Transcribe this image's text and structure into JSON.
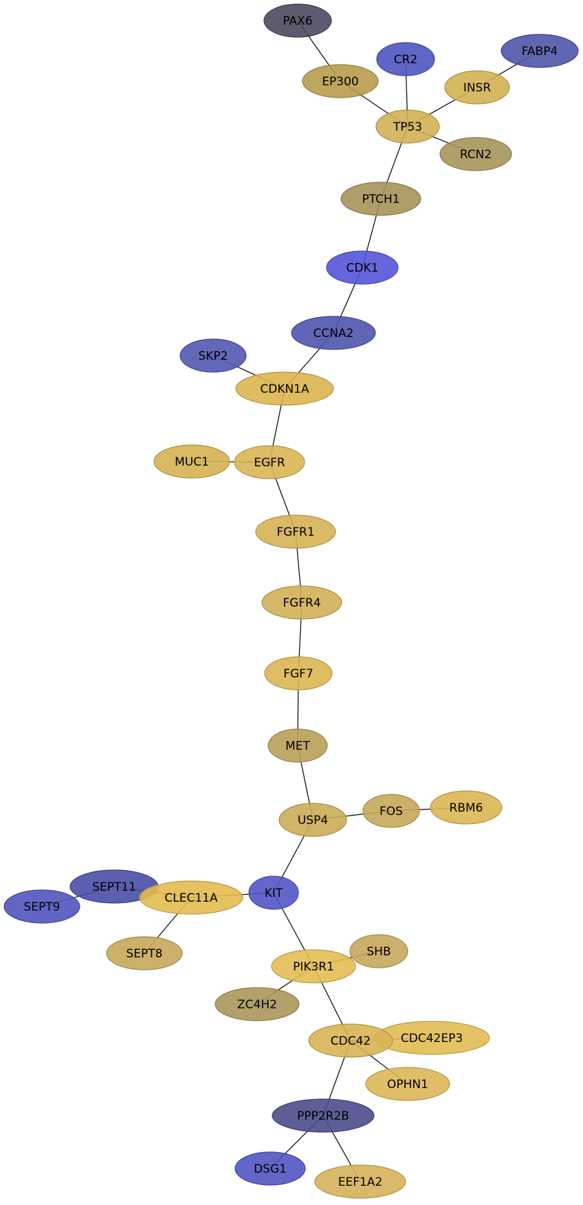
{
  "diagram": {
    "nodes": [
      {
        "id": "PAX6",
        "label": "PAX6",
        "color": "#4a4a5e"
      },
      {
        "id": "EP300",
        "label": "EP300",
        "color": "#b89c4e"
      },
      {
        "id": "CR2",
        "label": "CR2",
        "color": "#4f55c0"
      },
      {
        "id": "FABP4",
        "label": "FABP4",
        "color": "#4f55a8"
      },
      {
        "id": "INSR",
        "label": "INSR",
        "color": "#d4b152"
      },
      {
        "id": "TP53",
        "label": "TP53",
        "color": "#d1b055"
      },
      {
        "id": "RCN2",
        "label": "RCN2",
        "color": "#a8955a"
      },
      {
        "id": "PTCH1",
        "label": "PTCH1",
        "color": "#a6935a"
      },
      {
        "id": "CDK1",
        "label": "CDK1",
        "color": "#5555d8"
      },
      {
        "id": "CCNA2",
        "label": "CCNA2",
        "color": "#4f55ae"
      },
      {
        "id": "SKP2",
        "label": "SKP2",
        "color": "#5358b0"
      },
      {
        "id": "CDKN1A",
        "label": "CDKN1A",
        "color": "#dcb54e"
      },
      {
        "id": "MUC1",
        "label": "MUC1",
        "color": "#d6b152"
      },
      {
        "id": "EGFR",
        "label": "EGFR",
        "color": "#dab454"
      },
      {
        "id": "FGFR1",
        "label": "FGFR1",
        "color": "#d7b354"
      },
      {
        "id": "FGFR4",
        "label": "FGFR4",
        "color": "#d1b056"
      },
      {
        "id": "FGF7",
        "label": "FGF7",
        "color": "#dcb654"
      },
      {
        "id": "MET",
        "label": "MET",
        "color": "#b89e58"
      },
      {
        "id": "USP4",
        "label": "USP4",
        "color": "#cbad58"
      },
      {
        "id": "FOS",
        "label": "FOS",
        "color": "#c6a95a"
      },
      {
        "id": "RBM6",
        "label": "RBM6",
        "color": "#dcb654"
      },
      {
        "id": "SEPT11",
        "label": "SEPT11",
        "color": "#4a4ea6"
      },
      {
        "id": "SEPT9",
        "label": "SEPT9",
        "color": "#5055be"
      },
      {
        "id": "CLEC11A",
        "label": "CLEC11A",
        "color": "#e3bb50"
      },
      {
        "id": "KIT",
        "label": "KIT",
        "color": "#5257c8"
      },
      {
        "id": "SEPT8",
        "label": "SEPT8",
        "color": "#c6a85a"
      },
      {
        "id": "SHB",
        "label": "SHB",
        "color": "#c7a95c"
      },
      {
        "id": "PIK3R1",
        "label": "PIK3R1",
        "color": "#e3bd52"
      },
      {
        "id": "ZC4H2",
        "label": "ZC4H2",
        "color": "#ab975c"
      },
      {
        "id": "CDC42EP3",
        "label": "CDC42EP3",
        "color": "#e2bd54"
      },
      {
        "id": "CDC42",
        "label": "CDC42",
        "color": "#d7b454"
      },
      {
        "id": "OPHN1",
        "label": "OPHN1",
        "color": "#dcb756"
      },
      {
        "id": "PPP2R2B",
        "label": "PPP2R2B",
        "color": "#4a4c8a"
      },
      {
        "id": "DSG1",
        "label": "DSG1",
        "color": "#5055c2"
      },
      {
        "id": "EEF1A2",
        "label": "EEF1A2",
        "color": "#d6b35a"
      }
    ],
    "edges": [
      [
        "PAX6",
        "EP300"
      ],
      [
        "EP300",
        "TP53"
      ],
      [
        "CR2",
        "TP53"
      ],
      [
        "INSR",
        "TP53"
      ],
      [
        "FABP4",
        "INSR"
      ],
      [
        "TP53",
        "RCN2"
      ],
      [
        "TP53",
        "PTCH1"
      ],
      [
        "PTCH1",
        "CDK1"
      ],
      [
        "CDK1",
        "CCNA2"
      ],
      [
        "CCNA2",
        "CDKN1A"
      ],
      [
        "SKP2",
        "CDKN1A"
      ],
      [
        "CDKN1A",
        "EGFR"
      ],
      [
        "MUC1",
        "EGFR"
      ],
      [
        "EGFR",
        "FGFR1"
      ],
      [
        "FGFR1",
        "FGFR4"
      ],
      [
        "FGFR4",
        "FGF7"
      ],
      [
        "FGF7",
        "MET"
      ],
      [
        "MET",
        "USP4"
      ],
      [
        "USP4",
        "FOS"
      ],
      [
        "FOS",
        "RBM6"
      ],
      [
        "USP4",
        "KIT"
      ],
      [
        "KIT",
        "CLEC11A"
      ],
      [
        "SEPT11",
        "SEPT9"
      ],
      [
        "SEPT11",
        "CLEC11A"
      ],
      [
        "CLEC11A",
        "SEPT8"
      ],
      [
        "KIT",
        "PIK3R1"
      ],
      [
        "PIK3R1",
        "SHB"
      ],
      [
        "PIK3R1",
        "ZC4H2"
      ],
      [
        "PIK3R1",
        "CDC42"
      ],
      [
        "CDC42",
        "CDC42EP3"
      ],
      [
        "CDC42",
        "OPHN1"
      ],
      [
        "CDC42",
        "PPP2R2B"
      ],
      [
        "PPP2R2B",
        "DSG1"
      ],
      [
        "PPP2R2B",
        "EEF1A2"
      ]
    ]
  }
}
